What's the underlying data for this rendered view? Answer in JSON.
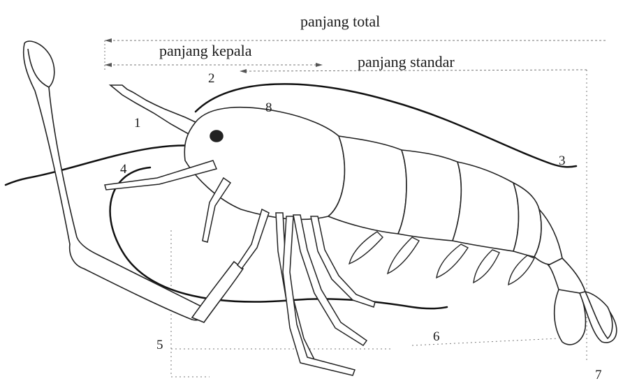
{
  "measurements": {
    "total_length": "panjang total",
    "head_length": "panjang kepala",
    "standard_length": "panjang standar"
  },
  "part_numbers": {
    "p1": "1",
    "p2": "2",
    "p3": "3",
    "p4": "4",
    "p5": "5",
    "p6": "6",
    "p7": "7",
    "p8": "8"
  }
}
